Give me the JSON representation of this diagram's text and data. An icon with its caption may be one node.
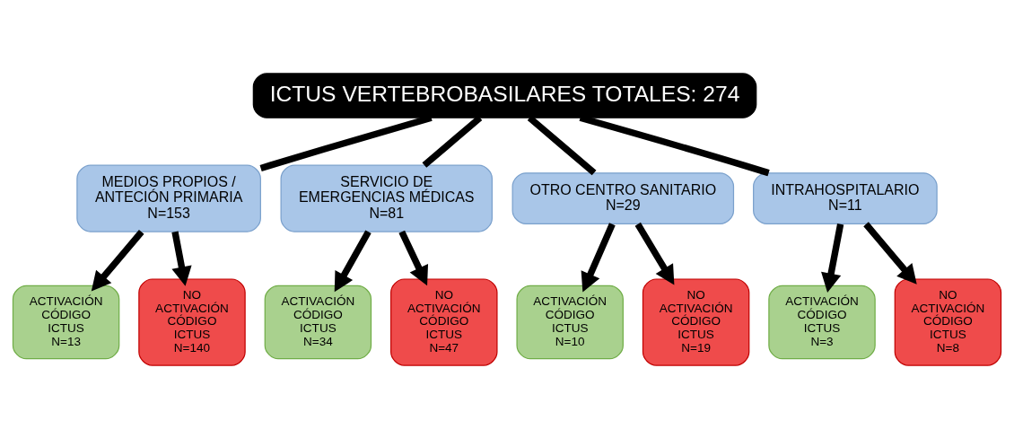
{
  "diagram": {
    "nodes": [
      {
        "text": [
          "ICTUS VERTEBROBASILARES TOTALES: 274"
        ]
      },
      {
        "text": [
          "MEDIOS PROPIOS / ANTECIÓN PRIMARIA",
          "N=153"
        ]
      },
      {
        "text": [
          "SERVICIO DE EMERGENCIAS MÉDICAS",
          "N=81"
        ]
      },
      {
        "text": [
          "OTRO CENTRO SANITARIO",
          "N=29"
        ]
      },
      {
        "text": [
          "INTRAHOSPITALARIO",
          "N=11"
        ]
      },
      {
        "text": [
          "ACTIVACIÓN CÓDIGO ICTUS",
          "N=13"
        ]
      },
      {
        "text": [
          "NO ACTIVACIÓN CÓDIGO ICTUS",
          "N=140"
        ]
      },
      {
        "text": [
          "ACTIVACIÓN CÓDIGO ICTUS",
          "N=34"
        ]
      },
      {
        "text": [
          "NO ACTIVACIÓN CÓDIGO ICTUS",
          "N=47"
        ]
      },
      {
        "text": [
          "ACTIVACIÓN CÓDIGO ICTUS",
          "N=10"
        ]
      },
      {
        "text": [
          "NO ACTIVACIÓN CÓDIGO ICTUS",
          "N=19"
        ]
      },
      {
        "text": [
          "ACTIVACIÓN CÓDIGO ICTUS",
          "N=3"
        ]
      },
      {
        "text": [
          "NO ACTIVACIÓN CÓDIGO ICTUS",
          "N=8"
        ]
      }
    ],
    "edges": [
      {
        "from": 0,
        "to": 1,
        "arrow": "none"
      },
      {
        "from": 0,
        "to": 2,
        "arrow": "none"
      },
      {
        "from": 0,
        "to": 3,
        "arrow": "none"
      },
      {
        "from": 0,
        "to": 4,
        "arrow": "none"
      },
      {
        "from": 1,
        "to": 5,
        "arrow": "to"
      },
      {
        "from": 1,
        "to": 6,
        "arrow": "to"
      },
      {
        "from": 2,
        "to": 7,
        "arrow": "to"
      },
      {
        "from": 2,
        "to": 8,
        "arrow": "to"
      },
      {
        "from": 3,
        "to": 9,
        "arrow": "to"
      },
      {
        "from": 3,
        "to": 10,
        "arrow": "to"
      },
      {
        "from": 4,
        "to": 11,
        "arrow": "to"
      },
      {
        "from": 4,
        "to": 12,
        "arrow": "to"
      }
    ]
  }
}
